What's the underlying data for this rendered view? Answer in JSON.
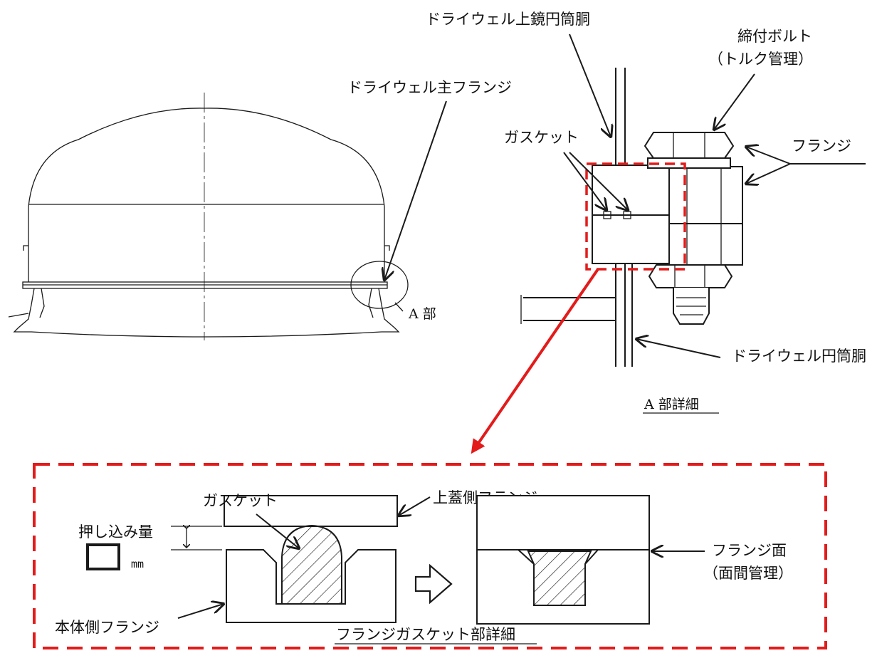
{
  "labels": {
    "drywell_upper_head_cylinder": "ドライウェル上鏡円筒胴",
    "tightening_bolt": "締付ボルト",
    "torque_control": "（トルク管理）",
    "drywell_main_flange": "ドライウェル主フランジ",
    "gasket_detail_a": "ガスケット",
    "flange": "フランジ",
    "part_a": "A 部",
    "drywell_cylinder": "ドライウェル円筒胴",
    "part_a_detail": "A 部詳細",
    "gasket_lower": "ガスケット",
    "lid_side_flange": "上蓋側フランジ",
    "push_in_amount": "押し込み量",
    "unit_mm": "mm",
    "flange_face": "フランジ面",
    "face_gap_control": "（面間管理）",
    "body_side_flange": "本体側フランジ",
    "flange_gasket_detail": "フランジガスケット部詳細"
  },
  "colors": {
    "highlight": "#e31b1b",
    "ink": "#1a1a1a"
  }
}
